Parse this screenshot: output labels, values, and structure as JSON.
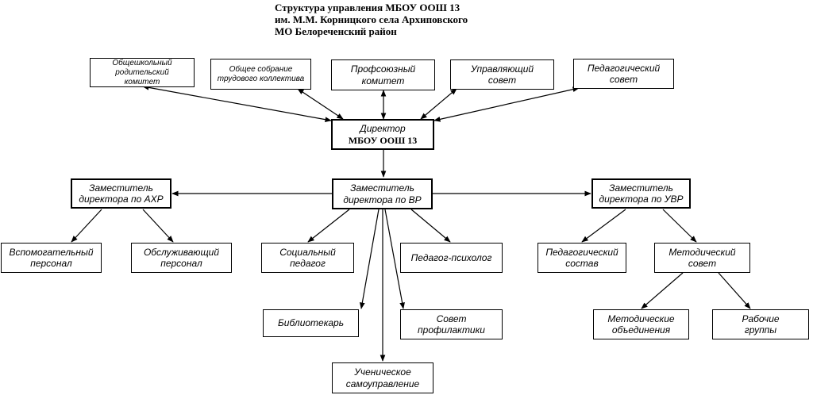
{
  "title": {
    "line1": "Структура управления МБОУ ООШ 13",
    "line2": "им. М.М. Корницкого села Архиповского",
    "line3": "МО Белореченский район"
  },
  "boxes": {
    "parent_committee": "Общешкольный\nродительский\nкомитет",
    "general_meeting": "Общее собрание\nтрудового коллектива",
    "trade_union": "Профсоюзный\nкомитет",
    "governing_council": "Управляющий\nсовет",
    "pedagogical_council": "Педагогический\nсовет",
    "director_line1": "Директор",
    "director_line2": "МБОУ ООШ 13",
    "deputy_ahr": "Заместитель\nдиректора по АХР",
    "deputy_vr": "Заместитель\nдиректора по ВР",
    "deputy_uvr": "Заместитель\nдиректора по УВР",
    "support_staff": "Вспомогательный\nперсонал",
    "service_staff": "Обслуживающий\nперсонал",
    "social_pedagogue": "Социальный\nпедагог",
    "psychologist": "Педагог-психолог",
    "teaching_staff": "Педагогический\nсостав",
    "methodical_council": "Методический\nсовет",
    "librarian": "Библиотекарь",
    "prevention_council": "Совет\nпрофилактики",
    "methodical_associations": "Методические\nобъединения",
    "working_groups": "Рабочие\nгруппы",
    "student_government": "Ученическое\nсамоуправление"
  }
}
